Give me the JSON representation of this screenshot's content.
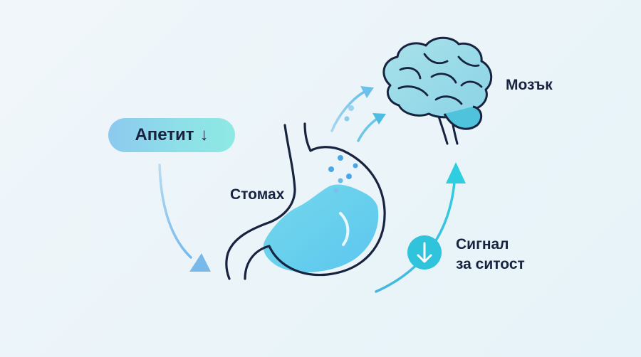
{
  "appetite": {
    "label": "Апетит",
    "arrow": "↓"
  },
  "labels": {
    "stomach": "Стомах",
    "brain": "Мозък",
    "signal_line1": "Сигнал",
    "signal_line2": "за ситост"
  },
  "icons": {
    "appetite_arrow": "down-arrow-icon",
    "signal_badge": "down-arrow-circle-icon",
    "stomach": "stomach-icon",
    "brain": "brain-icon"
  },
  "colors": {
    "text": "#17233f",
    "outline": "#17233f",
    "stomach_fluid": "#6fd3ea",
    "brain_fill": "#9fdde8",
    "arrow_blue": "#7ec0ec",
    "arrow_cyan": "#38c9dc",
    "badge": "#2fc3dc"
  }
}
